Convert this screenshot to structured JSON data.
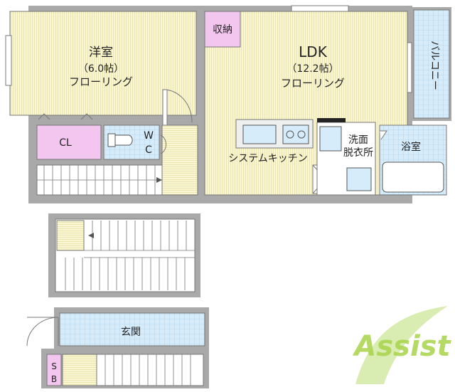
{
  "western_room": {
    "name": "洋室",
    "size": "（6.0帖）",
    "floor": "フローリング"
  },
  "ldk": {
    "name": "LDK",
    "size": "（12.2帖）",
    "floor": "フローリング"
  },
  "storage": "収納",
  "balcony": "バルコニー",
  "closet": "CL",
  "wc": {
    "line1": "W",
    "line2": "C"
  },
  "kitchen": "システムキッチン",
  "washroom": {
    "line1": "洗面",
    "line2": "脱衣所"
  },
  "bath": "浴室",
  "entrance": "玄関",
  "shoe_box": {
    "line1": "S",
    "line2": "B"
  },
  "logo_text": "Assist",
  "colors": {
    "room": "#faf6d2",
    "wall": "#a9a9a9",
    "wet": "#d6ecfa",
    "closet": "#f3c6f0",
    "outline": "#555555",
    "logo_green": "#a8d44a"
  }
}
